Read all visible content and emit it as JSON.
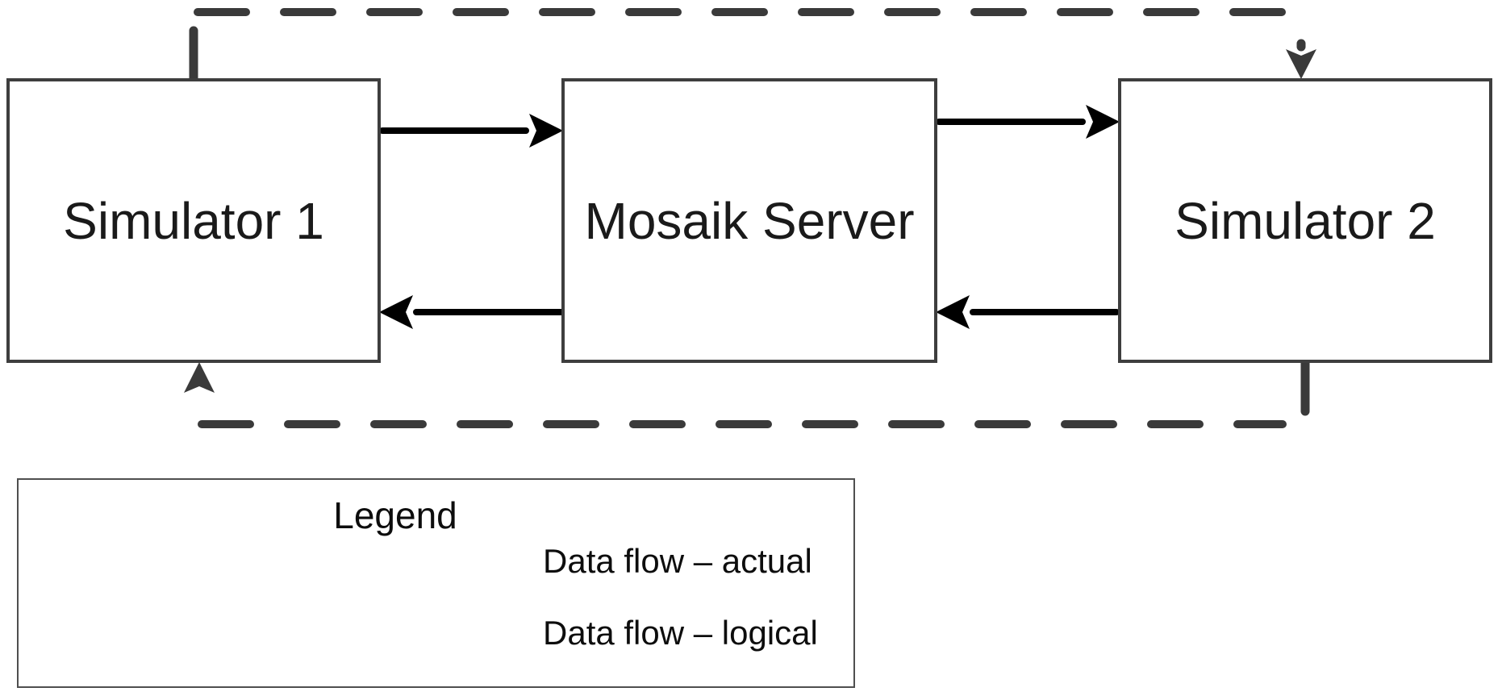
{
  "diagram": {
    "nodes": [
      {
        "id": "simulator-1",
        "label": "Simulator 1"
      },
      {
        "id": "mosaik-server",
        "label": "Mosaik Server"
      },
      {
        "id": "simulator-2",
        "label": "Simulator 2"
      }
    ],
    "edges": [
      {
        "from": "simulator-1",
        "to": "mosaik-server",
        "type": "actual"
      },
      {
        "from": "mosaik-server",
        "to": "simulator-2",
        "type": "actual"
      },
      {
        "from": "mosaik-server",
        "to": "simulator-1",
        "type": "actual"
      },
      {
        "from": "simulator-2",
        "to": "mosaik-server",
        "type": "actual"
      },
      {
        "from": "simulator-1",
        "to": "simulator-2",
        "type": "logical",
        "route": "top"
      },
      {
        "from": "simulator-2",
        "to": "simulator-1",
        "type": "logical",
        "route": "bottom"
      }
    ],
    "colors": {
      "box_border": "#3e3e3e",
      "actual_flow": "#000000",
      "logical_flow": "#3a3a3a",
      "text": "#1a1a1a"
    }
  },
  "legend": {
    "title": "Legend",
    "items": [
      {
        "style": "solid",
        "label": "Data flow – actual"
      },
      {
        "style": "dashed",
        "label": "Data flow – logical"
      }
    ]
  }
}
